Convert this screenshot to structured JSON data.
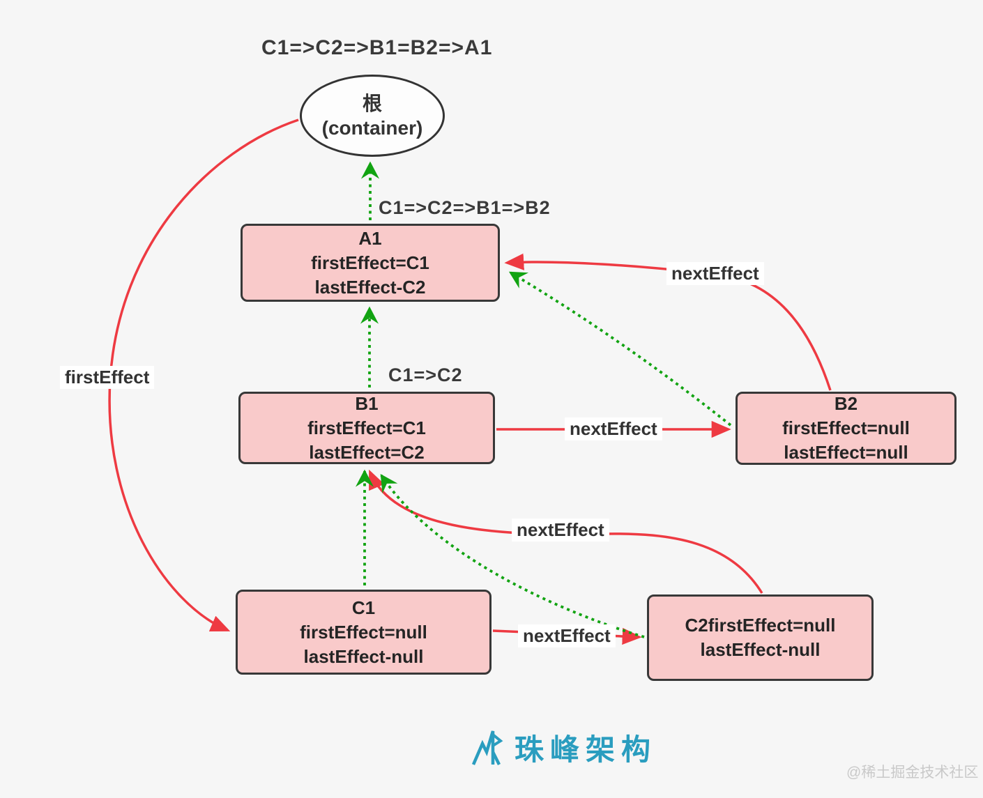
{
  "title_sequence": "C1=>C2=>B1=B2=>A1",
  "root_node": {
    "name": "根",
    "subtitle": "(container)"
  },
  "annotations": {
    "a1_sequence": "C1=>C2=>B1=>B2",
    "b1_sequence": "C1=>C2"
  },
  "nodes": {
    "a1": {
      "lines": [
        "A1",
        "firstEffect=C1",
        "lastEffect-C2"
      ]
    },
    "b1": {
      "lines": [
        "B1",
        "firstEffect=C1",
        "lastEffect=C2"
      ]
    },
    "b2": {
      "lines": [
        "B2",
        "firstEffect=null",
        "lastEffect=null"
      ]
    },
    "c1": {
      "lines": [
        "C1",
        "firstEffect=null",
        "lastEffect-null"
      ]
    },
    "c2": {
      "lines": [
        "C2firstEffect=null",
        "lastEffect-null"
      ]
    }
  },
  "edge_labels": {
    "first_effect": "firstEffect",
    "next_effect": "nextEffect"
  },
  "edges": [
    {
      "from": "root",
      "to": "C1",
      "label": "firstEffect",
      "style": "red-solid"
    },
    {
      "from": "B1",
      "to": "B2",
      "label": "nextEffect",
      "style": "red-solid"
    },
    {
      "from": "B2",
      "to": "A1",
      "label": "nextEffect",
      "style": "red-solid"
    },
    {
      "from": "C1",
      "to": "C2",
      "label": "nextEffect",
      "style": "red-solid"
    },
    {
      "from": "C2",
      "to": "B1",
      "label": "nextEffect",
      "style": "red-solid"
    },
    {
      "from": "A1",
      "to": "root",
      "label": "",
      "style": "green-dotted"
    },
    {
      "from": "B1",
      "to": "A1",
      "label": "",
      "style": "green-dotted"
    },
    {
      "from": "C1",
      "to": "B1",
      "label": "",
      "style": "green-dotted"
    },
    {
      "from": "B2",
      "to": "A1",
      "label": "",
      "style": "green-dotted"
    },
    {
      "from": "C2",
      "to": "B1",
      "label": "",
      "style": "green-dotted"
    }
  ],
  "colors": {
    "edge_red": "#ee3a42",
    "edge_green": "#12a312",
    "node_fill": "#f9caca",
    "node_border": "#383838",
    "logo_teal": "#2a9dbf",
    "background": "#f6f6f6"
  },
  "footer": {
    "logo": "珠峰架构",
    "watermark": "@稀土掘金技术社区"
  }
}
